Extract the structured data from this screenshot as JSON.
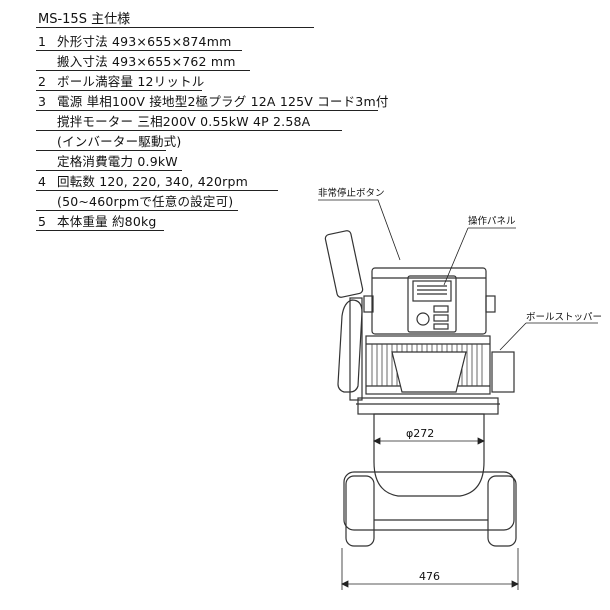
{
  "spec": {
    "title": "MS-15S 主仕様",
    "rows": [
      {
        "num": "1",
        "text": "外形寸法 493×655×874mm"
      },
      {
        "num": "",
        "text": "搬入寸法 493×655×762 mm"
      },
      {
        "num": "2",
        "text": "ボール満容量 12リットル"
      },
      {
        "num": "3",
        "text": "電源 単相100V 接地型2極プラグ 12A 125V コード3m付"
      },
      {
        "num": "",
        "text": "撹拌モーター 三相200V 0.55kW 4P 2.58A"
      },
      {
        "num": "",
        "text": "(インバーター駆動式)"
      },
      {
        "num": "",
        "text": "定格消費電力 0.9kW"
      },
      {
        "num": "4",
        "text": "回転数 120, 220, 340, 420rpm"
      },
      {
        "num": "",
        "text": "(50~460rpmで任意の設定可)"
      },
      {
        "num": "5",
        "text": "本体重量 約80kg"
      }
    ]
  },
  "labels": {
    "emergency_stop": "非常停止ボタン",
    "control_panel": "操作パネル",
    "bowl_stopper": "ボールストッパー",
    "bowl_diameter": "φ272",
    "width": "476"
  }
}
